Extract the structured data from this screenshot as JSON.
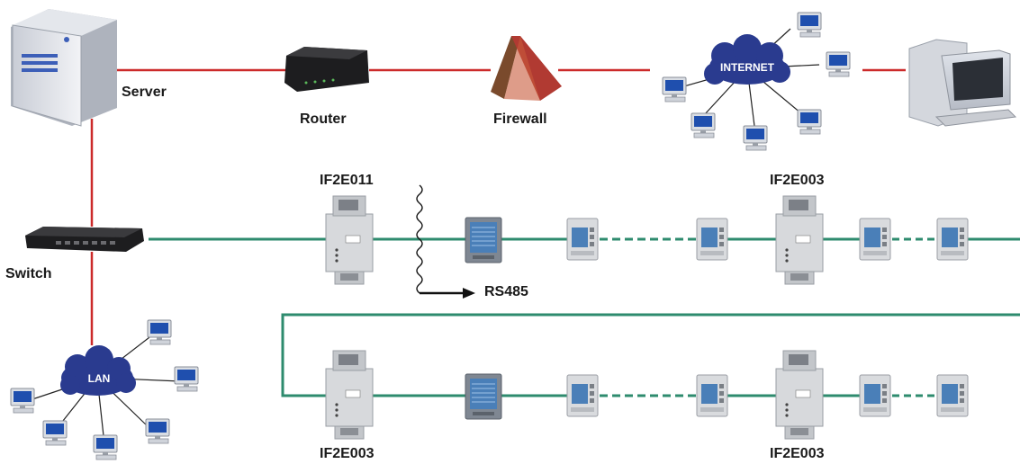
{
  "labels": {
    "server": "Server",
    "router": "Router",
    "firewall": "Firewall",
    "internet": "INTERNET",
    "switch": "Switch",
    "lan": "LAN",
    "rs485": "RS485",
    "gw_row1_left": "IF2E011",
    "gw_row1_right": "IF2E003",
    "gw_row2_left": "IF2E003",
    "gw_row2_right": "IF2E003"
  },
  "colors": {
    "ethernet_line": "#cc2a2a",
    "bus_line": "#2e8b6e",
    "cloud": "#2a3b8f",
    "meter_screen": "#4a7fb8"
  }
}
